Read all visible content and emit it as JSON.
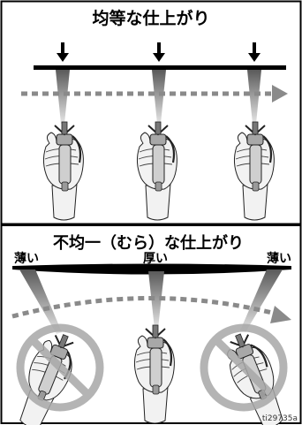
{
  "panels": {
    "top": {
      "title": "均等な仕上がり"
    },
    "bottom": {
      "title": "不均一（むら）な仕上がり",
      "left_label": "薄い",
      "center_label": "厚い",
      "right_label": "薄い"
    }
  },
  "figure_id": "ti29735a",
  "icons": [
    "down-arrow-icon",
    "spray-gun-icon",
    "hand-icon",
    "prohibition-icon",
    "motion-arrow-icon"
  ],
  "colors": {
    "ink": "#000000",
    "arrow_gray": "#8a8a8a",
    "prohibit_gray": "#a8a8a8",
    "hand_fill": "#f2f2f2",
    "gun_fill": "#cfcfcf"
  }
}
